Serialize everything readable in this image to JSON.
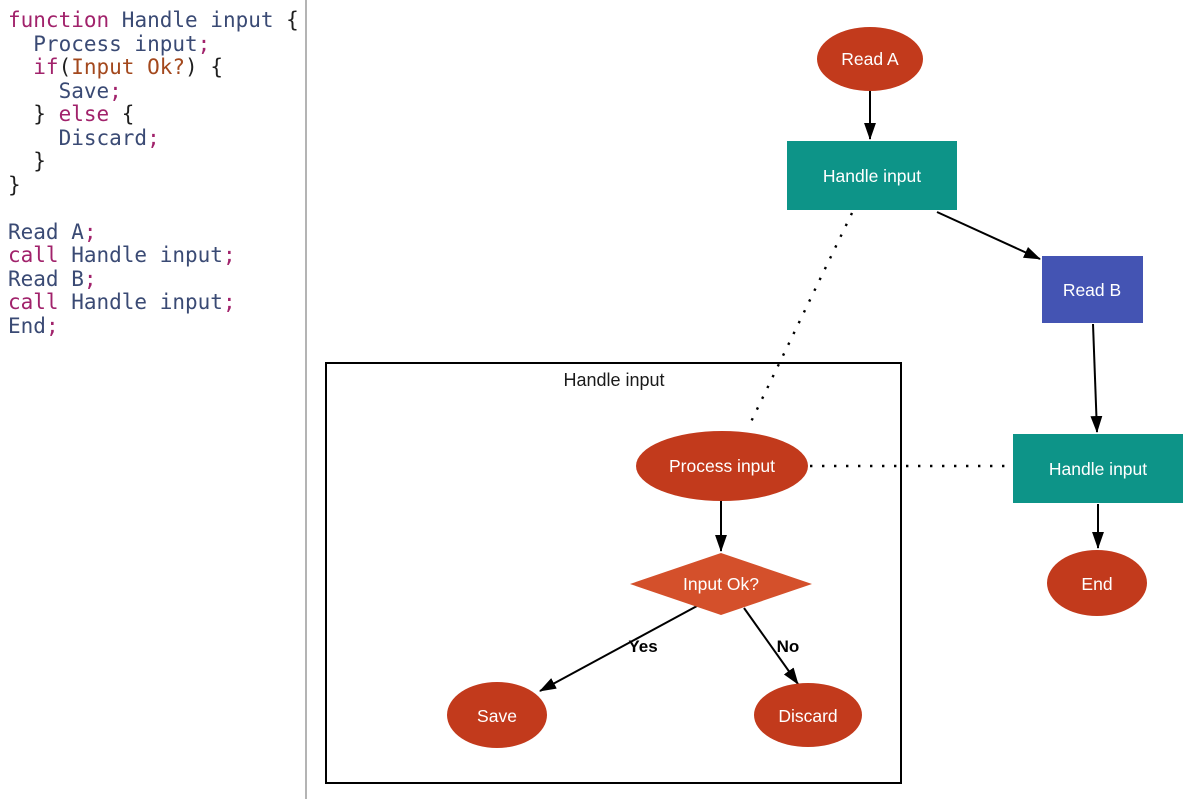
{
  "editor": {
    "lines": [
      {
        "tokens": [
          {
            "c": "kw",
            "t": "function"
          },
          {
            "c": "id",
            "t": " Handle input "
          },
          {
            "c": "pun",
            "t": "{"
          }
        ]
      },
      {
        "tokens": [
          {
            "c": "id",
            "t": "  Process input"
          },
          {
            "c": "kw",
            "t": ";"
          }
        ]
      },
      {
        "tokens": [
          {
            "c": "kw",
            "t": "  if"
          },
          {
            "c": "pun",
            "t": "("
          },
          {
            "c": "cond",
            "t": "Input Ok?"
          },
          {
            "c": "pun",
            "t": ") {"
          }
        ]
      },
      {
        "tokens": [
          {
            "c": "id",
            "t": "    Save"
          },
          {
            "c": "kw",
            "t": ";"
          }
        ]
      },
      {
        "tokens": [
          {
            "c": "pun",
            "t": "  } "
          },
          {
            "c": "kw",
            "t": "else"
          },
          {
            "c": "pun",
            "t": " {"
          }
        ]
      },
      {
        "tokens": [
          {
            "c": "id",
            "t": "    Discard"
          },
          {
            "c": "kw",
            "t": ";"
          }
        ]
      },
      {
        "tokens": [
          {
            "c": "pun",
            "t": "  }"
          }
        ]
      },
      {
        "tokens": [
          {
            "c": "pun",
            "t": "}"
          }
        ]
      },
      {
        "tokens": []
      },
      {
        "tokens": [
          {
            "c": "id",
            "t": "Read A"
          },
          {
            "c": "kw",
            "t": ";"
          }
        ]
      },
      {
        "tokens": [
          {
            "c": "kw",
            "t": "call"
          },
          {
            "c": "id",
            "t": " Handle input"
          },
          {
            "c": "kw",
            "t": ";"
          }
        ]
      },
      {
        "tokens": [
          {
            "c": "id",
            "t": "Read B"
          },
          {
            "c": "kw",
            "t": ";"
          }
        ]
      },
      {
        "tokens": [
          {
            "c": "kw",
            "t": "call"
          },
          {
            "c": "id",
            "t": " Handle input"
          },
          {
            "c": "kw",
            "t": ";"
          }
        ]
      },
      {
        "tokens": [
          {
            "c": "id",
            "t": "End"
          },
          {
            "c": "kw",
            "t": ";"
          }
        ]
      }
    ]
  },
  "diagram": {
    "nodes": {
      "read_a": {
        "label": "Read A"
      },
      "handle_input_1": {
        "label": "Handle input"
      },
      "read_b": {
        "label": "Read B"
      },
      "handle_input_2": {
        "label": "Handle input"
      },
      "end": {
        "label": "End"
      },
      "subgraph": {
        "label": "Handle input"
      },
      "process_input": {
        "label": "Process input"
      },
      "input_ok": {
        "label": "Input Ok?"
      },
      "save": {
        "label": "Save"
      },
      "discard": {
        "label": "Discard"
      }
    },
    "edge_labels": {
      "yes": "Yes",
      "no": "No"
    },
    "colors": {
      "node_red": "#c23a1c",
      "diamond_orange": "#d4502b",
      "process_teal": "#0d9488",
      "io_blue": "#4454b3",
      "edge_black": "#000000",
      "divider_gray": "#b4b4b4"
    }
  }
}
